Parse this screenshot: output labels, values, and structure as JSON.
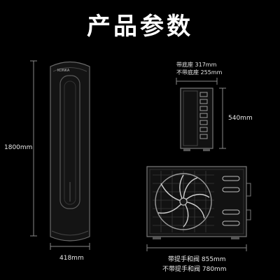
{
  "title": "产品参数",
  "indoor": {
    "brand": "KONKA",
    "height": "1800mm",
    "width": "418mm"
  },
  "side": {
    "with_base": "带底座 317mm",
    "without_base": "不带底座 255mm",
    "height": "540mm"
  },
  "outdoor": {
    "with_handle": "带提手和阀 855mm",
    "without_handle": "不带提手和阀 780mm"
  }
}
